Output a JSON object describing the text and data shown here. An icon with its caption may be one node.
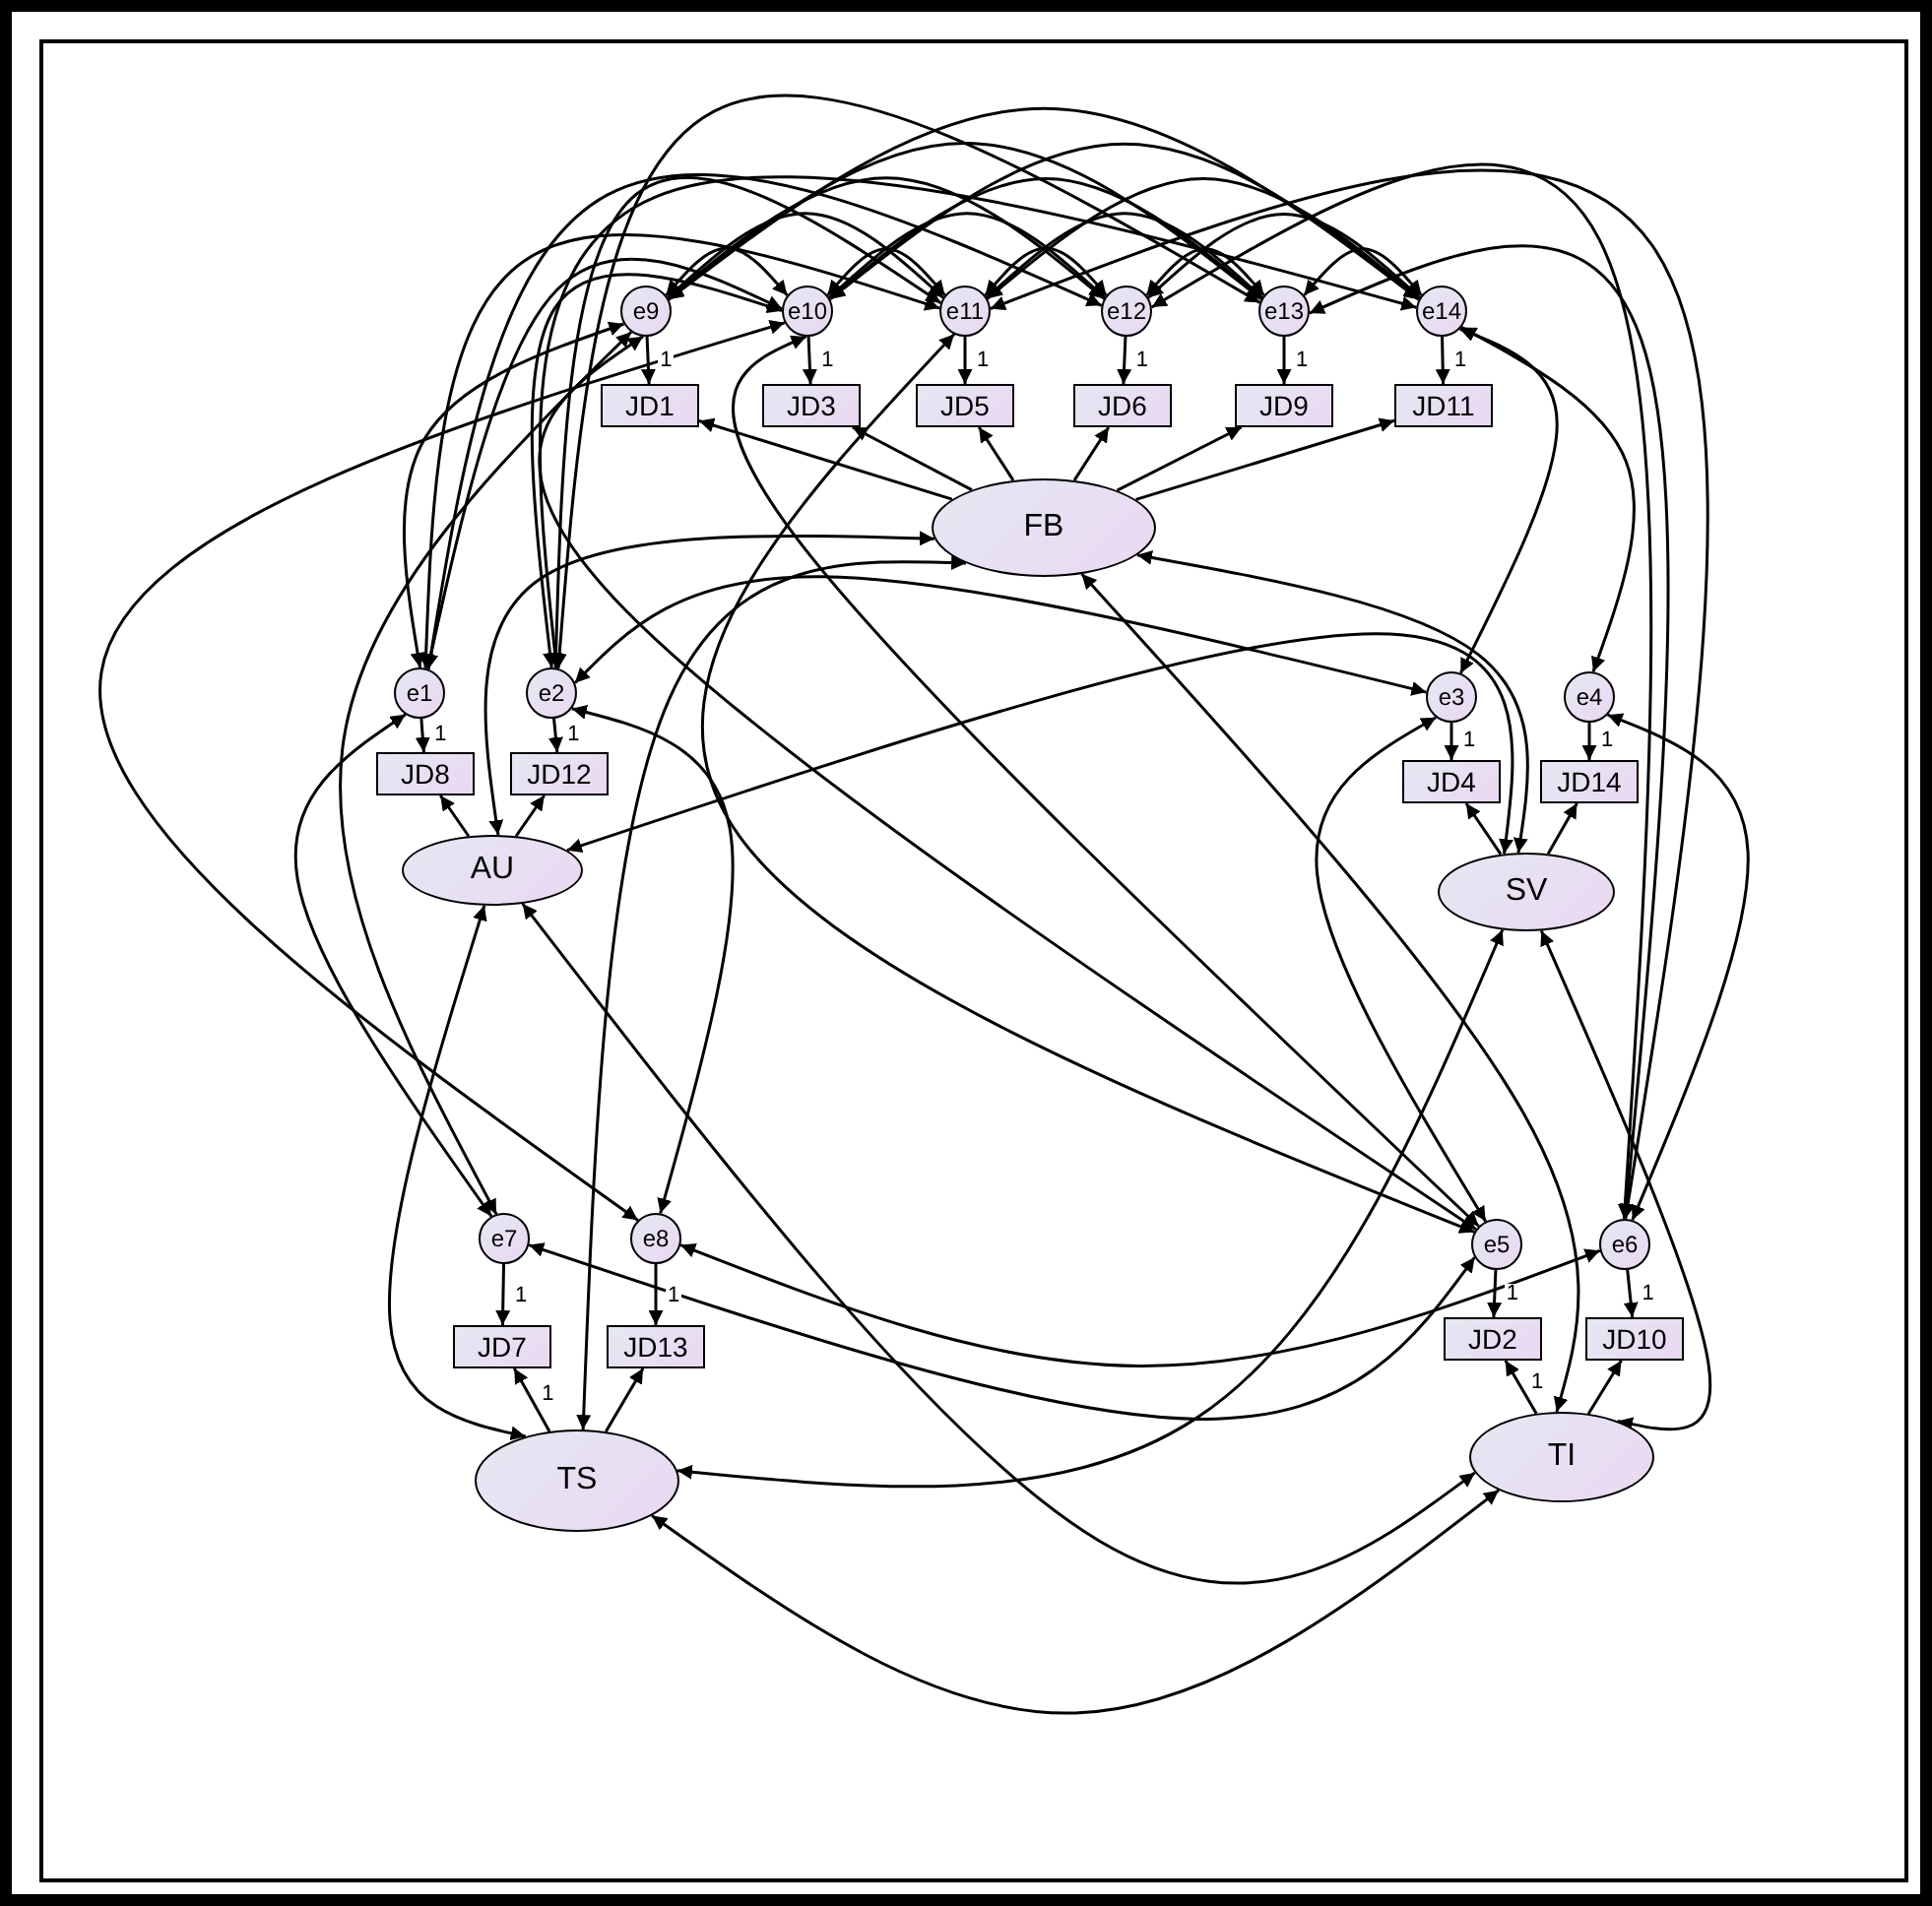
{
  "diagram": {
    "nodes": [
      {
        "text": [
          "e9"
        ]
      },
      {
        "text": [
          "e10"
        ]
      },
      {
        "text": [
          "e11"
        ]
      },
      {
        "text": [
          "e12"
        ]
      },
      {
        "text": [
          "e13"
        ]
      },
      {
        "text": [
          "e14"
        ]
      },
      {
        "text": [
          "JD1"
        ]
      },
      {
        "text": [
          "JD3"
        ]
      },
      {
        "text": [
          "JD5"
        ]
      },
      {
        "text": [
          "JD6"
        ]
      },
      {
        "text": [
          "JD9"
        ]
      },
      {
        "text": [
          "JD11"
        ]
      },
      {
        "text": [
          "FB"
        ]
      },
      {
        "text": [
          "e1"
        ]
      },
      {
        "text": [
          "e2"
        ]
      },
      {
        "text": [
          "e3"
        ]
      },
      {
        "text": [
          "e4"
        ]
      },
      {
        "text": [
          "JD8"
        ]
      },
      {
        "text": [
          "JD12"
        ]
      },
      {
        "text": [
          "JD4"
        ]
      },
      {
        "text": [
          "JD14"
        ]
      },
      {
        "text": [
          "AU"
        ]
      },
      {
        "text": [
          "SV"
        ]
      },
      {
        "text": [
          "e7"
        ]
      },
      {
        "text": [
          "e8"
        ]
      },
      {
        "text": [
          "e5"
        ]
      },
      {
        "text": [
          "e6"
        ]
      },
      {
        "text": [
          "JD7"
        ]
      },
      {
        "text": [
          "JD13"
        ]
      },
      {
        "text": [
          "JD2"
        ]
      },
      {
        "text": [
          "JD10"
        ]
      },
      {
        "text": [
          "TS"
        ]
      },
      {
        "text": [
          "TI"
        ]
      }
    ],
    "edges": [
      {
        "from": 0,
        "to": 6,
        "arrow": "to",
        "label": "1"
      },
      {
        "from": 1,
        "to": 7,
        "arrow": "to",
        "label": "1"
      },
      {
        "from": 2,
        "to": 8,
        "arrow": "to",
        "label": "1"
      },
      {
        "from": 3,
        "to": 9,
        "arrow": "to",
        "label": "1"
      },
      {
        "from": 4,
        "to": 10,
        "arrow": "to",
        "label": "1"
      },
      {
        "from": 5,
        "to": 11,
        "arrow": "to",
        "label": "1"
      },
      {
        "from": 13,
        "to": 17,
        "arrow": "to",
        "label": "1"
      },
      {
        "from": 14,
        "to": 18,
        "arrow": "to",
        "label": "1"
      },
      {
        "from": 15,
        "to": 19,
        "arrow": "to",
        "label": "1"
      },
      {
        "from": 16,
        "to": 20,
        "arrow": "to",
        "label": "1"
      },
      {
        "from": 23,
        "to": 27,
        "arrow": "to",
        "label": "1"
      },
      {
        "from": 24,
        "to": 28,
        "arrow": "to",
        "label": "1"
      },
      {
        "from": 25,
        "to": 29,
        "arrow": "to",
        "label": "1"
      },
      {
        "from": 26,
        "to": 30,
        "arrow": "to",
        "label": "1"
      },
      {
        "from": 12,
        "to": 6,
        "arrow": "to"
      },
      {
        "from": 12,
        "to": 7,
        "arrow": "to"
      },
      {
        "from": 12,
        "to": 8,
        "arrow": "to"
      },
      {
        "from": 12,
        "to": 9,
        "arrow": "to"
      },
      {
        "from": 12,
        "to": 10,
        "arrow": "to"
      },
      {
        "from": 12,
        "to": 11,
        "arrow": "to"
      },
      {
        "from": 21,
        "to": 17,
        "arrow": "to"
      },
      {
        "from": 21,
        "to": 18,
        "arrow": "to"
      },
      {
        "from": 22,
        "to": 19,
        "arrow": "to"
      },
      {
        "from": 22,
        "to": 20,
        "arrow": "to"
      },
      {
        "from": 31,
        "to": 27,
        "arrow": "to",
        "label": "1"
      },
      {
        "from": 31,
        "to": 28,
        "arrow": "to"
      },
      {
        "from": 32,
        "to": 29,
        "arrow": "to",
        "label": "1"
      },
      {
        "from": 32,
        "to": 30,
        "arrow": "to"
      },
      {
        "from": 12,
        "to": 21,
        "arrow": "both"
      },
      {
        "from": 12,
        "to": 22,
        "arrow": "both"
      },
      {
        "from": 12,
        "to": 31,
        "arrow": "both"
      },
      {
        "from": 12,
        "to": 32,
        "arrow": "both"
      },
      {
        "from": 21,
        "to": 22,
        "arrow": "both"
      },
      {
        "from": 21,
        "to": 31,
        "arrow": "both"
      },
      {
        "from": 21,
        "to": 32,
        "arrow": "both"
      },
      {
        "from": 22,
        "to": 31,
        "arrow": "both"
      },
      {
        "from": 22,
        "to": 32,
        "arrow": "both"
      },
      {
        "from": 31,
        "to": 32,
        "arrow": "both"
      },
      {
        "from": 0,
        "to": 1,
        "arrow": "both"
      },
      {
        "from": 0,
        "to": 2,
        "arrow": "both"
      },
      {
        "from": 0,
        "to": 3,
        "arrow": "both"
      },
      {
        "from": 0,
        "to": 4,
        "arrow": "both"
      },
      {
        "from": 0,
        "to": 5,
        "arrow": "both"
      },
      {
        "from": 1,
        "to": 2,
        "arrow": "both"
      },
      {
        "from": 1,
        "to": 3,
        "arrow": "both"
      },
      {
        "from": 1,
        "to": 4,
        "arrow": "both"
      },
      {
        "from": 1,
        "to": 5,
        "arrow": "both"
      },
      {
        "from": 2,
        "to": 3,
        "arrow": "both"
      },
      {
        "from": 2,
        "to": 4,
        "arrow": "both"
      },
      {
        "from": 2,
        "to": 5,
        "arrow": "both"
      },
      {
        "from": 3,
        "to": 4,
        "arrow": "both"
      },
      {
        "from": 3,
        "to": 5,
        "arrow": "both"
      },
      {
        "from": 4,
        "to": 5,
        "arrow": "both"
      },
      {
        "from": 0,
        "to": 13,
        "arrow": "both"
      },
      {
        "from": 1,
        "to": 13,
        "arrow": "both"
      },
      {
        "from": 2,
        "to": 13,
        "arrow": "both"
      },
      {
        "from": 3,
        "to": 13,
        "arrow": "both"
      },
      {
        "from": 4,
        "to": 14,
        "arrow": "both"
      },
      {
        "from": 5,
        "to": 14,
        "arrow": "both"
      },
      {
        "from": 1,
        "to": 14,
        "arrow": "both"
      },
      {
        "from": 2,
        "to": 14,
        "arrow": "both"
      },
      {
        "from": 0,
        "to": 25,
        "arrow": "both"
      },
      {
        "from": 1,
        "to": 25,
        "arrow": "both"
      },
      {
        "from": 2,
        "to": 25,
        "arrow": "both"
      },
      {
        "from": 3,
        "to": 26,
        "arrow": "both"
      },
      {
        "from": 4,
        "to": 26,
        "arrow": "both"
      },
      {
        "from": 2,
        "to": 26,
        "arrow": "both"
      },
      {
        "from": 0,
        "to": 23,
        "arrow": "both"
      },
      {
        "from": 1,
        "to": 24,
        "arrow": "both"
      },
      {
        "from": 5,
        "to": 15,
        "arrow": "both"
      },
      {
        "from": 5,
        "to": 16,
        "arrow": "both"
      },
      {
        "from": 13,
        "to": 23,
        "arrow": "both"
      },
      {
        "from": 14,
        "to": 24,
        "arrow": "both"
      },
      {
        "from": 14,
        "to": 15,
        "arrow": "both"
      },
      {
        "from": 15,
        "to": 25,
        "arrow": "both"
      },
      {
        "from": 16,
        "to": 26,
        "arrow": "both"
      },
      {
        "from": 23,
        "to": 25,
        "arrow": "both"
      },
      {
        "from": 24,
        "to": 26,
        "arrow": "both"
      }
    ]
  }
}
